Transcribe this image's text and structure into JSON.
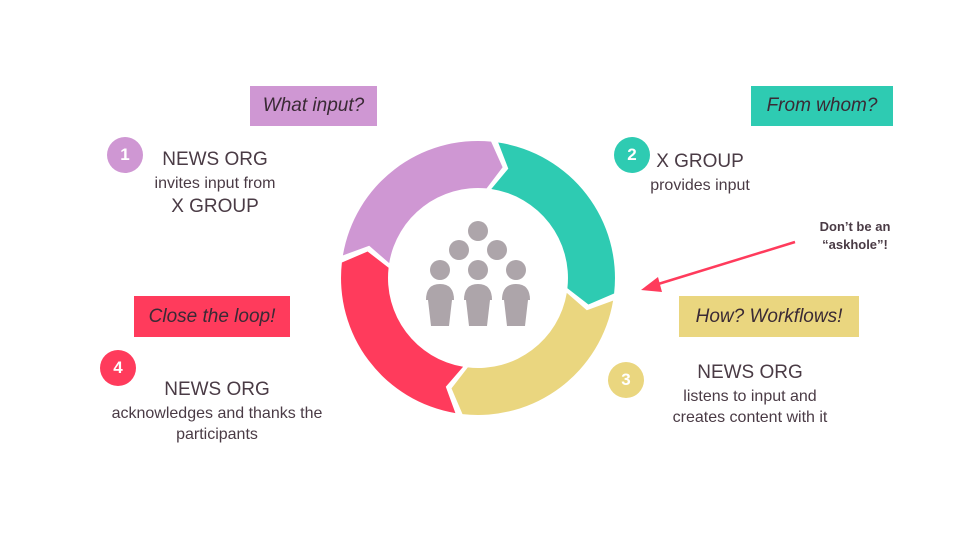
{
  "colors": {
    "purple": "#cf97d3",
    "teal": "#2ecbb2",
    "yellow": "#ead67f",
    "red": "#ff3b5c",
    "people": "#ada5aa"
  },
  "steps": [
    {
      "number": "1",
      "question": "What input?",
      "line1": "NEWS ORG",
      "line2": "invites input from",
      "line3": "X GROUP"
    },
    {
      "number": "2",
      "question": "From whom?",
      "line1": "X GROUP",
      "line2": "provides input"
    },
    {
      "number": "3",
      "question": "How? Workflows!",
      "line1": "NEWS ORG",
      "line2": "listens to input and",
      "line3": "creates content with it"
    },
    {
      "number": "4",
      "question": "Close the loop!",
      "line1": "NEWS ORG",
      "line2": "acknowledges and thanks the",
      "line3": "participants"
    }
  ],
  "note": {
    "line1": "Don’t be  an",
    "line2": "“askhole”!"
  },
  "center_icon": "group-of-people-icon"
}
